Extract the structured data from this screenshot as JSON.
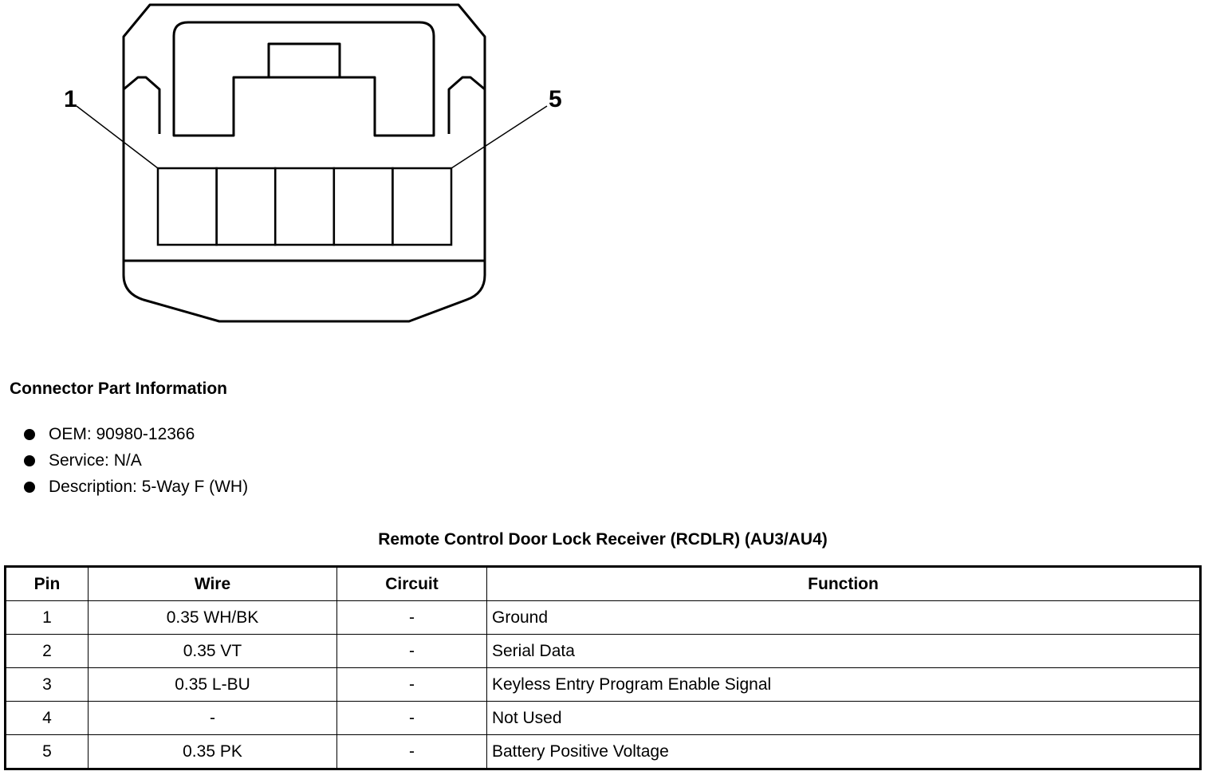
{
  "diagram": {
    "callouts": [
      "1",
      "5"
    ],
    "cavity_count": 5
  },
  "part_info": {
    "title": "Connector Part Information",
    "items": [
      "OEM: 90980-12366",
      "Service: N/A",
      "Description: 5-Way F (WH)"
    ]
  },
  "table": {
    "caption": "Remote Control Door Lock Receiver (RCDLR) (AU3/AU4)",
    "headers": [
      "Pin",
      "Wire",
      "Circuit",
      "Function"
    ],
    "rows": [
      [
        "1",
        "0.35 WH/BK",
        "-",
        "Ground"
      ],
      [
        "2",
        "0.35 VT",
        "-",
        "Serial Data"
      ],
      [
        "3",
        "0.35 L-BU",
        "-",
        "Keyless Entry Program Enable Signal"
      ],
      [
        "4",
        "-",
        "-",
        "Not Used"
      ],
      [
        "5",
        "0.35 PK",
        "-",
        "Battery Positive Voltage"
      ]
    ]
  }
}
